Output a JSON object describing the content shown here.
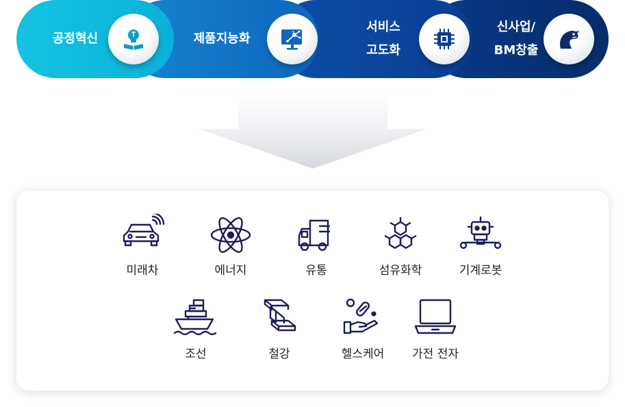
{
  "categories": [
    {
      "label": "공정혁신",
      "icon": "lightbulb-book-icon"
    },
    {
      "label": "제품지능화",
      "icon": "smart-monitor-icon"
    },
    {
      "label": "서비스\n고도화",
      "icon": "chip-icon"
    },
    {
      "label": "신사업/\nBM창출",
      "icon": "dragon-icon"
    }
  ],
  "industries_row1": [
    {
      "label": "미래차",
      "icon": "connected-car-icon"
    },
    {
      "label": "에너지",
      "icon": "atom-icon"
    },
    {
      "label": "유통",
      "icon": "delivery-truck-icon"
    },
    {
      "label": "섬유화학",
      "icon": "hexagon-molecule-icon"
    },
    {
      "label": "기계로봇",
      "icon": "robot-icon"
    }
  ],
  "industries_row2": [
    {
      "label": "조선",
      "icon": "ship-icon"
    },
    {
      "label": "철강",
      "icon": "steel-beam-icon"
    },
    {
      "label": "헬스케어",
      "icon": "pill-hand-icon"
    },
    {
      "label": "가전 전자",
      "icon": "laptop-icon"
    }
  ],
  "colors": {
    "seg1": "#14c3e2",
    "seg2": "#1384d0",
    "seg3": "#0d4ea7",
    "seg4": "#072c6a",
    "icon_line": "#1b1b5e"
  }
}
